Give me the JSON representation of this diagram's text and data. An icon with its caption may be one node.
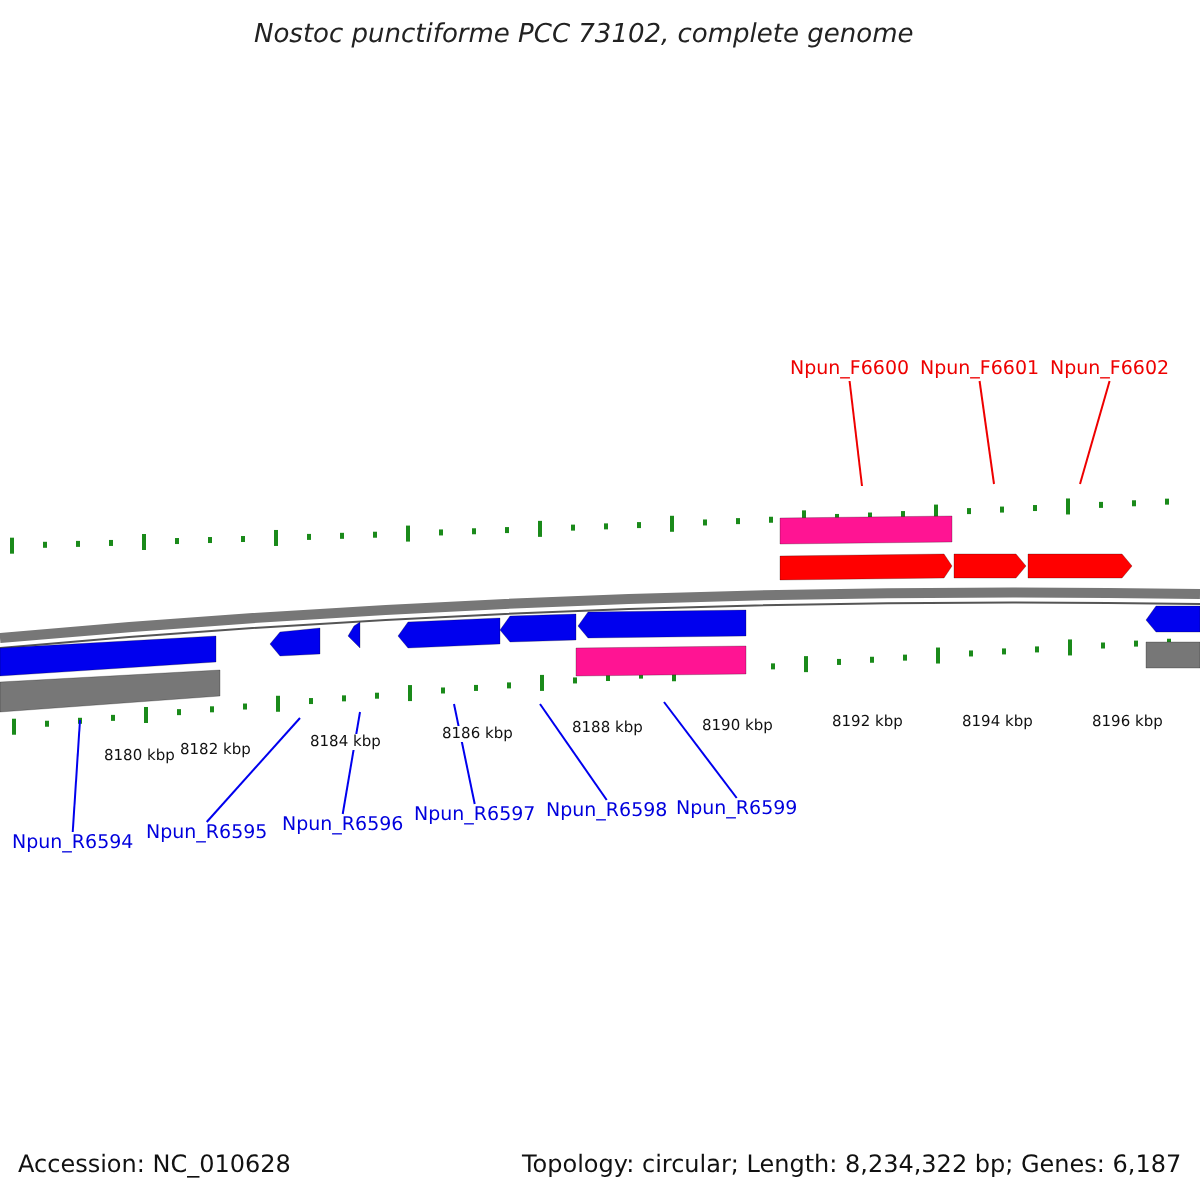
{
  "diagram": {
    "title": "Nostoc punctiforme PCC 73102, complete genome",
    "nodes": [
      {
        "text": [
          "Npun_F6600"
        ]
      },
      {
        "text": [
          "Npun_F6601"
        ]
      },
      {
        "text": [
          "Npun_F6602"
        ]
      },
      {
        "text": [
          "Npun_R6594"
        ]
      },
      {
        "text": [
          "Npun_R6595"
        ]
      },
      {
        "text": [
          "Npun_R6596"
        ]
      },
      {
        "text": [
          "Npun_R6597"
        ]
      },
      {
        "text": [
          "Npun_R6598"
        ]
      },
      {
        "text": [
          "Npun_R6599"
        ]
      }
    ],
    "edges": [
      {
        "from": 0,
        "to": null,
        "arrow": "none",
        "color": "#ee0000"
      },
      {
        "from": 1,
        "to": null,
        "arrow": "none",
        "color": "#ee0000"
      },
      {
        "from": 2,
        "to": null,
        "arrow": "none",
        "color": "#ee0000"
      },
      {
        "from": 3,
        "to": null,
        "arrow": "none"
      },
      {
        "from": 4,
        "to": null,
        "arrow": "none"
      },
      {
        "from": 5,
        "to": null,
        "arrow": "none"
      },
      {
        "from": 6,
        "to": null,
        "arrow": "none"
      },
      {
        "from": 7,
        "to": null,
        "arrow": "none"
      },
      {
        "from": 8,
        "to": null,
        "arrow": "none"
      }
    ],
    "labels": [
      "8180 kbp",
      "8182 kbp",
      "8184 kbp",
      "8186 kbp",
      "8188 kbp",
      "8190 kbp",
      "8192 kbp",
      "8194 kbp",
      "8196 kbp",
      "Accession: NC_010628",
      "Topology: circular; Length: 8,234,322 bp; Genes: 6,187"
    ]
  }
}
